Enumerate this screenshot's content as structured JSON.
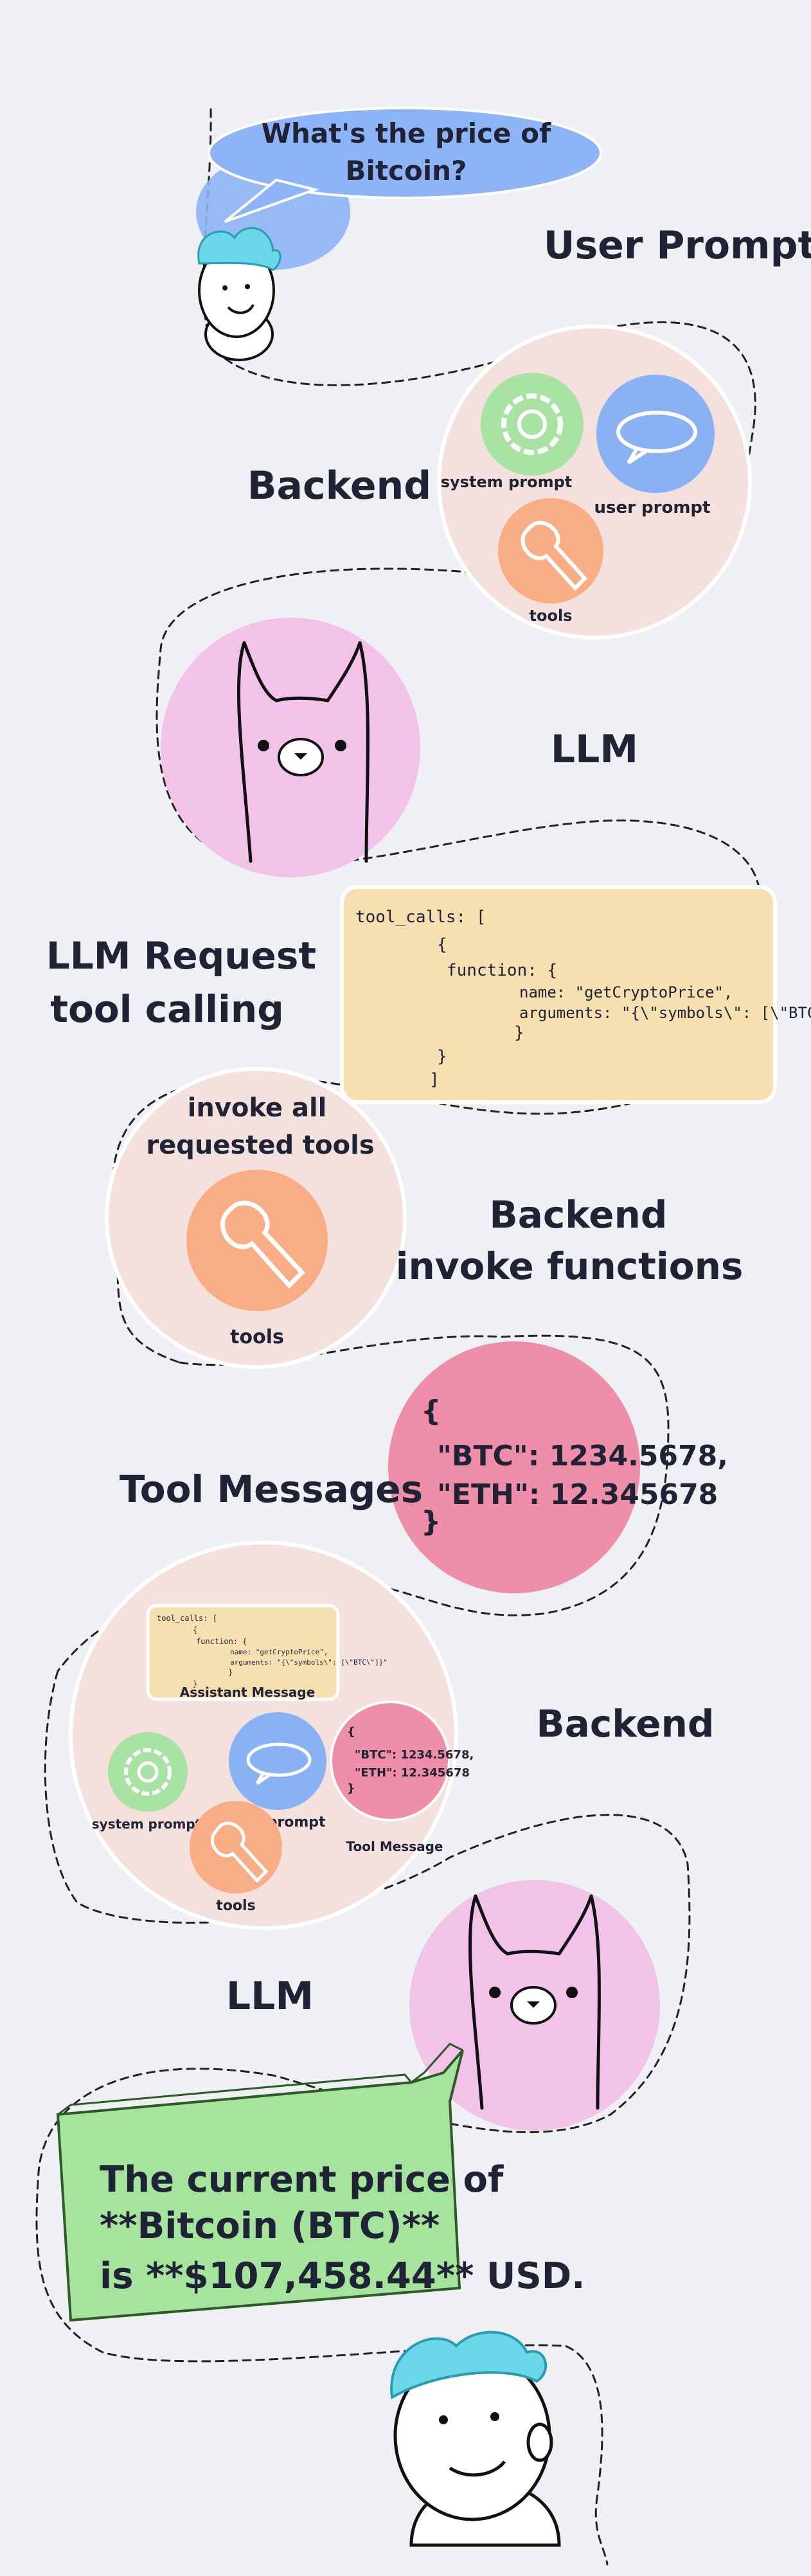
{
  "user_prompt": {
    "bubble_text_line1": "What's the price of",
    "bubble_text_line2": "Bitcoin?",
    "label": "User Prompt"
  },
  "backend_1": {
    "label": "Backend",
    "system_prompt": "system prompt",
    "user_prompt": "user prompt",
    "tools": "tools"
  },
  "llm_1": {
    "label": "LLM"
  },
  "llm_request": {
    "label_line1": "LLM Request",
    "label_line2": "tool calling",
    "code": [
      "tool_calls: [",
      "{",
      "function: {",
      "name: \"getCryptoPrice\",",
      "arguments: \"{\\\"symbols\\\": [\\\"BTC\\\"]}\"",
      "}",
      "}",
      "]"
    ]
  },
  "invoke": {
    "header_line1": "invoke all",
    "header_line2": "requested tools",
    "tools": "tools",
    "label_line1": "Backend",
    "label_line2": "invoke functions"
  },
  "tool_messages": {
    "label": "Tool Messages",
    "lines": [
      "{",
      "\"BTC\": 1234.5678,",
      "\"ETH\": 12.345678",
      "}"
    ]
  },
  "backend_2": {
    "label": "Backend",
    "assistant_code": [
      "tool_calls: [",
      "{",
      "function: {",
      "name: \"getCryptoPrice\",",
      "arguments: \"{\\\"symbols\\\": [\\\"BTC\\\"]}\"",
      "}",
      "}"
    ],
    "assistant_message": "Assistant Message",
    "system_prompt": "system prompt",
    "user_prompt": "user prompt",
    "tools": "tools",
    "tool_message": "Tool Message",
    "tool_lines": [
      "{",
      "\"BTC\": 1234.5678,",
      "\"ETH\": 12.345678",
      "}"
    ]
  },
  "llm_2": {
    "label": "LLM"
  },
  "answer": {
    "line1": "The current price of",
    "line2": "**Bitcoin (BTC)**",
    "line3": "is **$107,458.44** USD."
  },
  "colors": {
    "background": "#eef0f4",
    "bubble_blue": "#8db4f7",
    "peach_circle": "#f4e0dc",
    "gear_green": "#a8e3a4",
    "speech_blue": "#89b2f4",
    "tools_orange": "#f8ad85",
    "llama_pink": "#f2c2e8",
    "code_yellow": "#f6e0b2",
    "tool_msg_pink": "#ef8ea8",
    "answer_green": "#a6e39c",
    "hair_cyan": "#6ad8e8"
  },
  "icons": [
    "gear-icon",
    "speech-bubble-icon",
    "wrench-icon",
    "llama-icon",
    "person-icon"
  ]
}
